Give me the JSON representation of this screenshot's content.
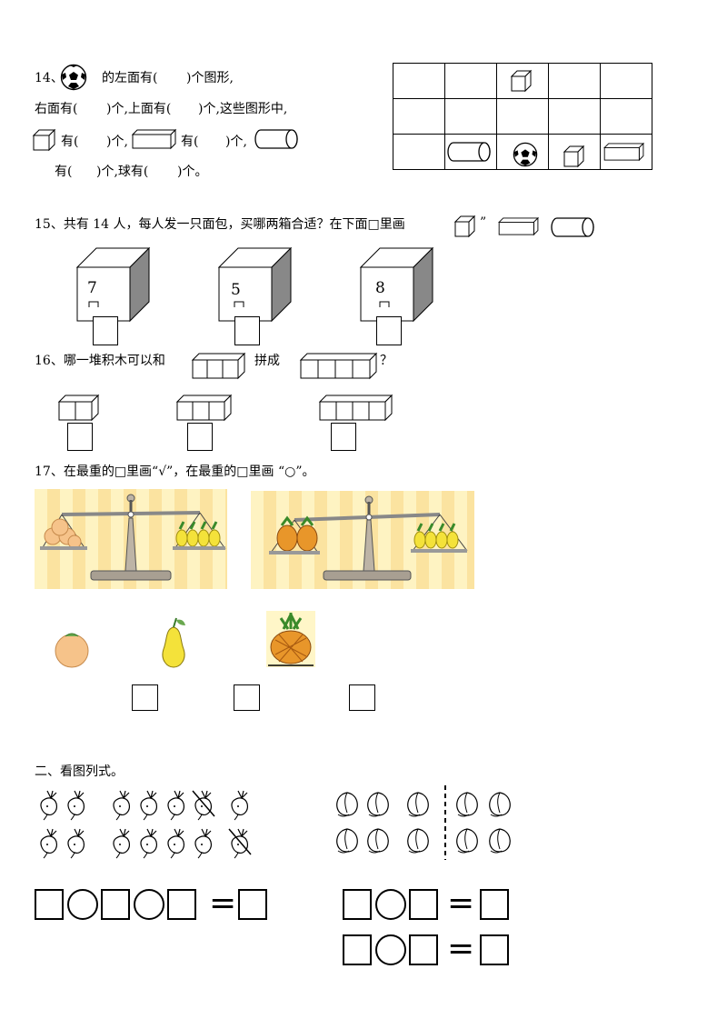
{
  "q14": {
    "num": "14、",
    "line1_after": "的左面有(",
    "line1_end": ")个图形,",
    "line2_a": "右面有(",
    "line2_b": ")个,上面有(",
    "line2_c": ")个,这些图形中,",
    "line3_a": "有(",
    "line3_b": ")个,",
    "line3_c": "有(",
    "line3_d": ")个,",
    "line4_a": "有(",
    "line4_b": ")个,球有(",
    "line4_c": ")个。"
  },
  "q15": {
    "text": "15、共有 14 人，每人发一只面包，买哪两箱合适？在下面□里画",
    "quote": "”",
    "boxes": [
      "7",
      "5",
      "8"
    ]
  },
  "q16": {
    "text_a": "16、哪一堆积木可以和",
    "text_b": "拼成",
    "text_c": "？"
  },
  "q17": {
    "text": "17、在最重的□里画“√”，在最重的□里画 “○”。"
  },
  "section2": {
    "title": "二、看图列式。"
  },
  "colors": {
    "panel": "#fef3c2",
    "scale": "#a89f92",
    "pineapple": "#e8962a",
    "pear": "#f4e23a",
    "peach": "#f6c38a"
  }
}
